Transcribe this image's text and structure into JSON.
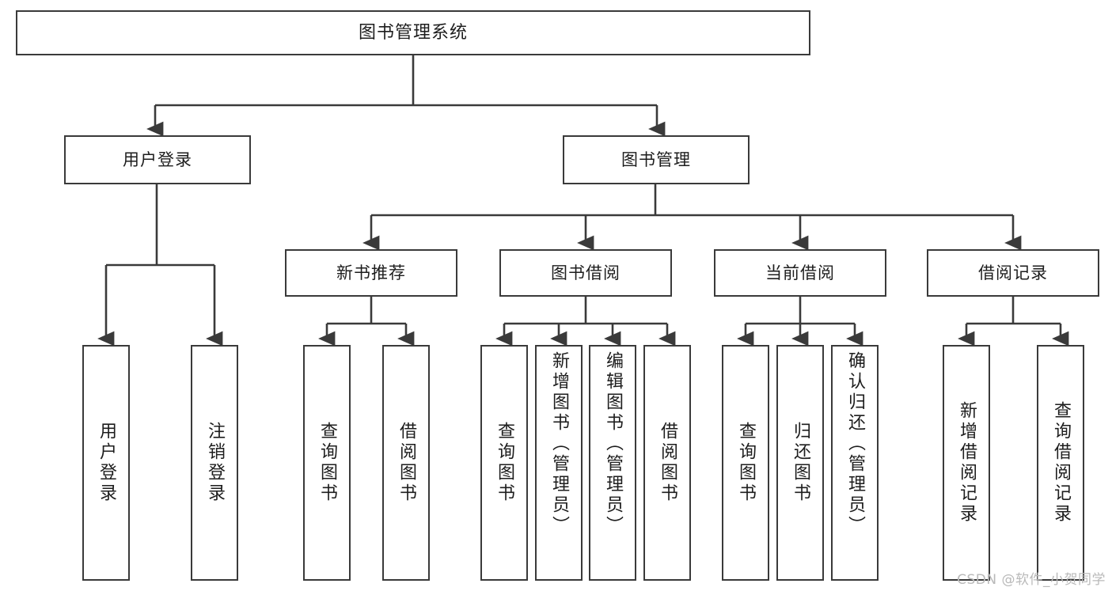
{
  "diagram": {
    "title": "图书管理系统",
    "type": "tree",
    "stroke_color": "#3a3a3a",
    "text_color": "#1d1d1d",
    "background": "#ffffff"
  },
  "nodes": {
    "root": {
      "label": "图书管理系统"
    },
    "level2": [
      {
        "label": "用户登录"
      },
      {
        "label": "图书管理"
      }
    ],
    "level3": [
      {
        "label": "新书推荐"
      },
      {
        "label": "图书借阅"
      },
      {
        "label": "当前借阅"
      },
      {
        "label": "借阅记录"
      }
    ],
    "leaves_user_login": [
      {
        "label": "用户登录"
      },
      {
        "label": "注销登录"
      }
    ],
    "leaves_new_book": [
      {
        "label": "查询图书"
      },
      {
        "label": "借阅图书"
      }
    ],
    "leaves_borrow": [
      {
        "label": "查询图书"
      },
      {
        "label": "新增图书（管理员）"
      },
      {
        "label": "编辑图书（管理员）"
      },
      {
        "label": "借阅图书"
      }
    ],
    "leaves_current": [
      {
        "label": "查询图书"
      },
      {
        "label": "归还图书"
      },
      {
        "label": "确认归还（管理员）"
      }
    ],
    "leaves_record": [
      {
        "label": "新增借阅记录"
      },
      {
        "label": "查询借阅记录"
      }
    ]
  },
  "watermark": {
    "text": "CSDN @软件_小贺同学"
  }
}
